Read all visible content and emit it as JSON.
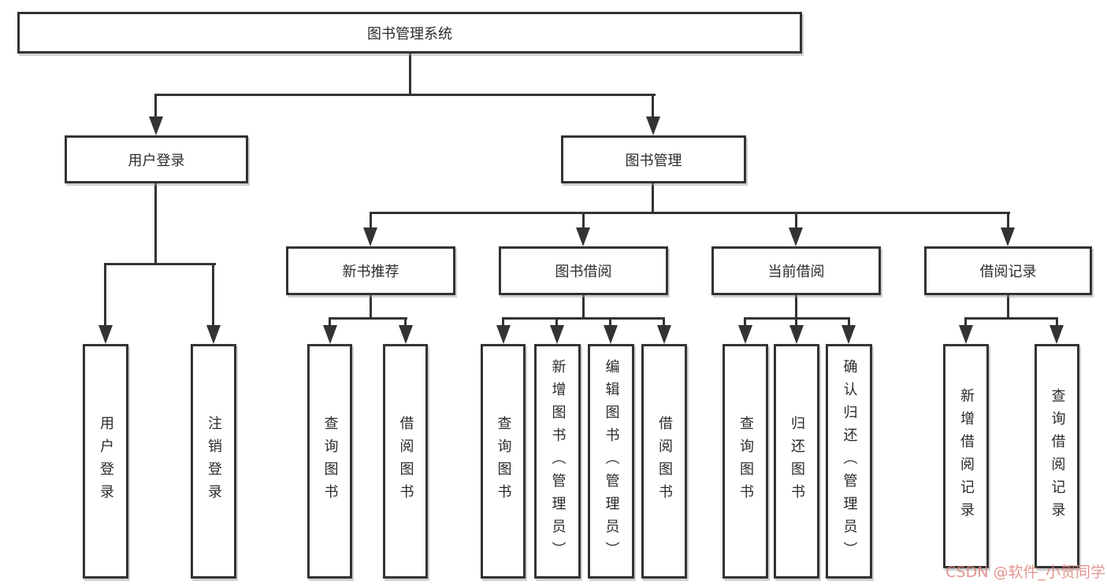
{
  "diagram": {
    "root": "图书管理系统",
    "level2": [
      "用户登录",
      "图书管理"
    ],
    "level3": [
      "新书推荐",
      "图书借阅",
      "当前借阅",
      "借阅记录"
    ],
    "leaves": {
      "login": [
        "用户登录",
        "注销登录"
      ],
      "newbook": [
        "查询图书",
        "借阅图书"
      ],
      "borrow": [
        "查询图书",
        "新增图书（管理员）",
        "编辑图书（管理员）",
        "借阅图书"
      ],
      "current": [
        "查询图书",
        "归还图书",
        "确认归还（管理员）"
      ],
      "records": [
        "新增借阅记录",
        "查询借阅记录"
      ]
    }
  },
  "watermark": {
    "text": "CSDN @软件_小贺同学",
    "color": "#de827a"
  },
  "colors": {
    "line": "#333333",
    "box_border": "#333333",
    "box_background": "#ffffff",
    "text": "#2b2b2b",
    "page_background": "#ffffff"
  }
}
